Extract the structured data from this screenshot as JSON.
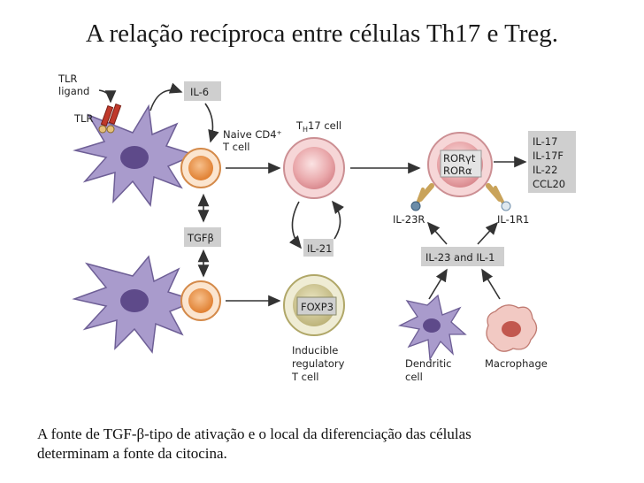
{
  "title": "A relação recíproca entre células Th17 e Treg.",
  "caption": {
    "line1": "A fonte de TGF-β-tipo de ativação e o local da diferenciação das células",
    "line2": "determinam a  fonte da citocina."
  },
  "labels": {
    "tlr_ligand_1": "TLR",
    "tlr_ligand_2": "ligand",
    "tlr": "TLR",
    "il6": "IL-6",
    "naive_1": "Naive CD4⁺",
    "naive_2": "T cell",
    "th17_prefix": "T",
    "th17_sub": "H",
    "th17_suffix": "17 cell",
    "tgfb": "TGFβ",
    "il21": "IL-21",
    "foxp3": "FOXP3",
    "itreg_1": "Inducible",
    "itreg_2": "regulatory",
    "itreg_3": "T cell",
    "rorgt": "RORγt",
    "rora": "RORα",
    "il23r": "IL-23R",
    "il1r1": "IL-1R1",
    "il23_il1": "IL-23 and IL-1",
    "dendritic_1": "Dendritic",
    "dendritic_2": "cell",
    "macrophage": "Macrophage",
    "cytokines": [
      "IL-17",
      "IL-17F",
      "IL-22",
      "CCL20"
    ]
  },
  "colors": {
    "box_fill": "#cfcfcf",
    "dc_purple": "#9e8fc2",
    "naive_orange": "#f0a060",
    "th17_pink": "#e89aa0",
    "treg_olive": "#b8b070",
    "arrow_gray": "#333333"
  }
}
